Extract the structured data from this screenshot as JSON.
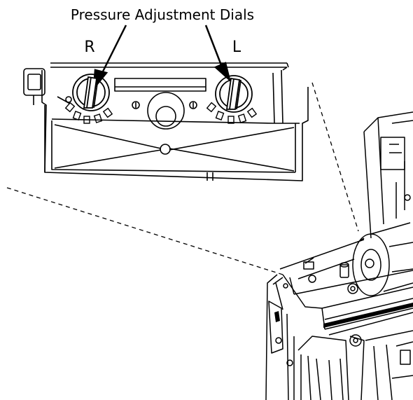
{
  "diagram": {
    "title": "Pressure Adjustment Dials",
    "dial_right_label": "R",
    "dial_left_label": "L",
    "line_color": "#000000",
    "background": "#ffffff"
  }
}
